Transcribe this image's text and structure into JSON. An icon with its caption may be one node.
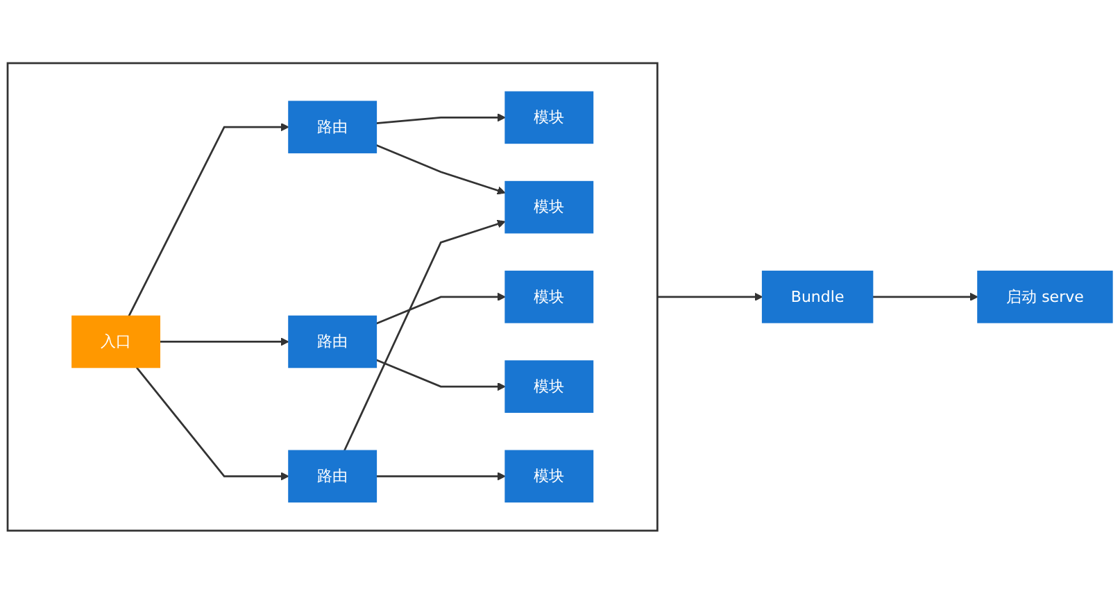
{
  "diagram": {
    "nodes": [
      {
        "text": [],
        "shape": "box"
      },
      {
        "text": [
          "入口"
        ],
        "in": 0
      },
      {
        "text": [
          "路由"
        ],
        "in": 0
      },
      {
        "text": [
          "路由"
        ],
        "in": 0
      },
      {
        "text": [
          "路由"
        ],
        "in": 0
      },
      {
        "text": [
          "模块"
        ],
        "in": 0
      },
      {
        "text": [
          "模块"
        ],
        "in": 0
      },
      {
        "text": [
          "模块"
        ],
        "in": 0
      },
      {
        "text": [
          "模块"
        ],
        "in": 0
      },
      {
        "text": [
          "模块"
        ],
        "in": 0
      },
      {
        "text": [
          "Bundle"
        ]
      },
      {
        "text": [
          "启动 serve"
        ]
      }
    ],
    "edges": [
      {
        "from": 1,
        "to": 2,
        "arrow": "to"
      },
      {
        "from": 1,
        "to": 3,
        "arrow": "to"
      },
      {
        "from": 1,
        "to": 4,
        "arrow": "to"
      },
      {
        "from": 2,
        "to": 5,
        "arrow": "to"
      },
      {
        "from": 2,
        "to": 7,
        "arrow": "to"
      },
      {
        "from": 3,
        "to": 6,
        "arrow": "to"
      },
      {
        "from": 3,
        "to": 9,
        "arrow": "to"
      },
      {
        "from": 4,
        "to": 7,
        "arrow": "to"
      },
      {
        "from": 4,
        "to": 8,
        "arrow": "to"
      },
      {
        "from": 0,
        "to": 10,
        "arrow": "to"
      },
      {
        "from": 10,
        "to": 11,
        "arrow": "to"
      }
    ]
  }
}
